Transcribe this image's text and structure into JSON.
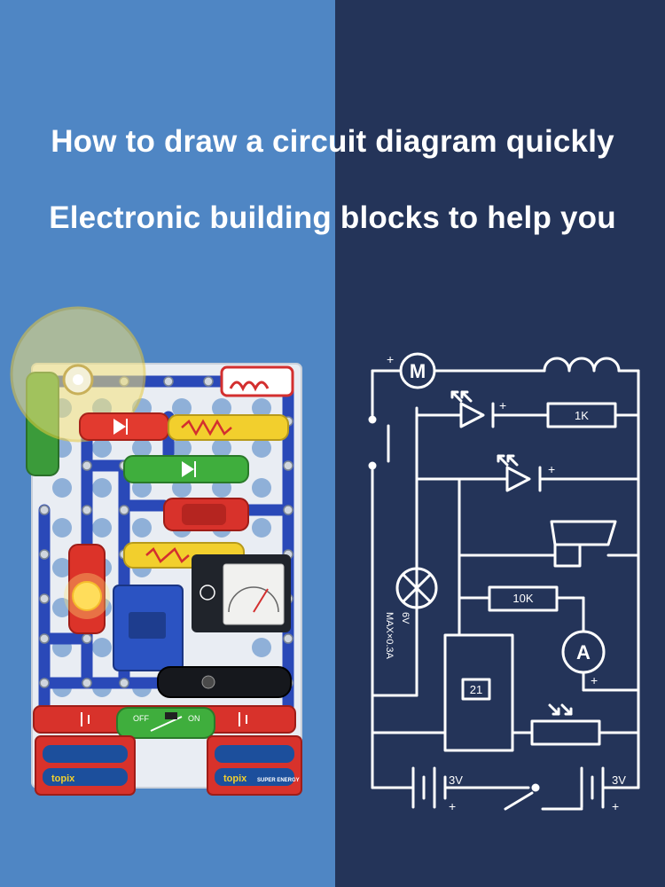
{
  "headline": {
    "line1": "How to draw a circuit diagram quickly",
    "line2": "Electronic building blocks to help you"
  },
  "schematic": {
    "plus": "+",
    "resistor_1k": "1K",
    "resistor_10k": "10K",
    "lamp_rating_1": "6V",
    "lamp_rating_2": "MAX×0.3A",
    "ic_number": "21",
    "battery_left": "3V",
    "battery_right": "3V",
    "motor": "M",
    "ammeter": "A"
  },
  "board": {
    "switch_off": "OFF",
    "switch_on": "ON",
    "battery_brand": "topix",
    "battery_sub": "SUPER ENERGY"
  },
  "colors": {
    "left_panel": "#4f86c4",
    "right_panel": "#243459",
    "wire_blue": "#2a49b8",
    "line_white": "#ffffff"
  }
}
